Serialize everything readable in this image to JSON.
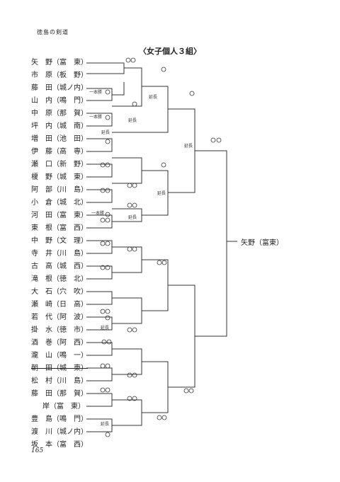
{
  "header": {
    "text": "徳島の剣道"
  },
  "title": "〈女子個人３組〉",
  "page_number": "165",
  "winner": "矢野（富東）",
  "players": [
    "矢　野（富　東）",
    "市　原（板　野）",
    "藤　田（城ノ内）",
    "山　内（鳴　門）",
    "中　原（那　賀）",
    "坪　内（城　南）",
    "増　田（池　田）",
    "伊　藤（高　専）",
    "瀬　口（新　野）",
    "榎　野（城　東）",
    "阿　部（川　島）",
    "小　倉（城　北）",
    "河　田（富　東）",
    "東　根（富　西）",
    "中　野（文　理）",
    "寺　井（川　島）",
    "古　高（城　西）",
    "滝　根（徳　北）",
    "大　石（穴　吹）",
    "瀬　崎（日　高）",
    "若　代（阿　波）",
    "掛　水（徳　市）",
    "酒　巻（阿　西）",
    "瀧　山（鳴　一）",
    "朝　田（城　東）",
    "松　村（川　島）",
    "藤　田（那　賀）",
    "岸（富　東）",
    "豊　島（鳴　門）",
    "渡　川（城ノ内）",
    "坂　本（富　西）"
  ],
  "annotations": {
    "r1_ippon": "一本勝",
    "r1_ippon2": "一本勝",
    "r1_enchou": "延長",
    "r2_enchou": "延長",
    "r3_enchou": "延長",
    "r4_enchou": "延長",
    "r5_enchou": "延長",
    "r6_ippon": "一本勝",
    "r6_enchou": "延長",
    "r7_enchou": "延長",
    "r8_enchou": "延長"
  },
  "colors": {
    "line": "#333333",
    "text": "#222222"
  }
}
